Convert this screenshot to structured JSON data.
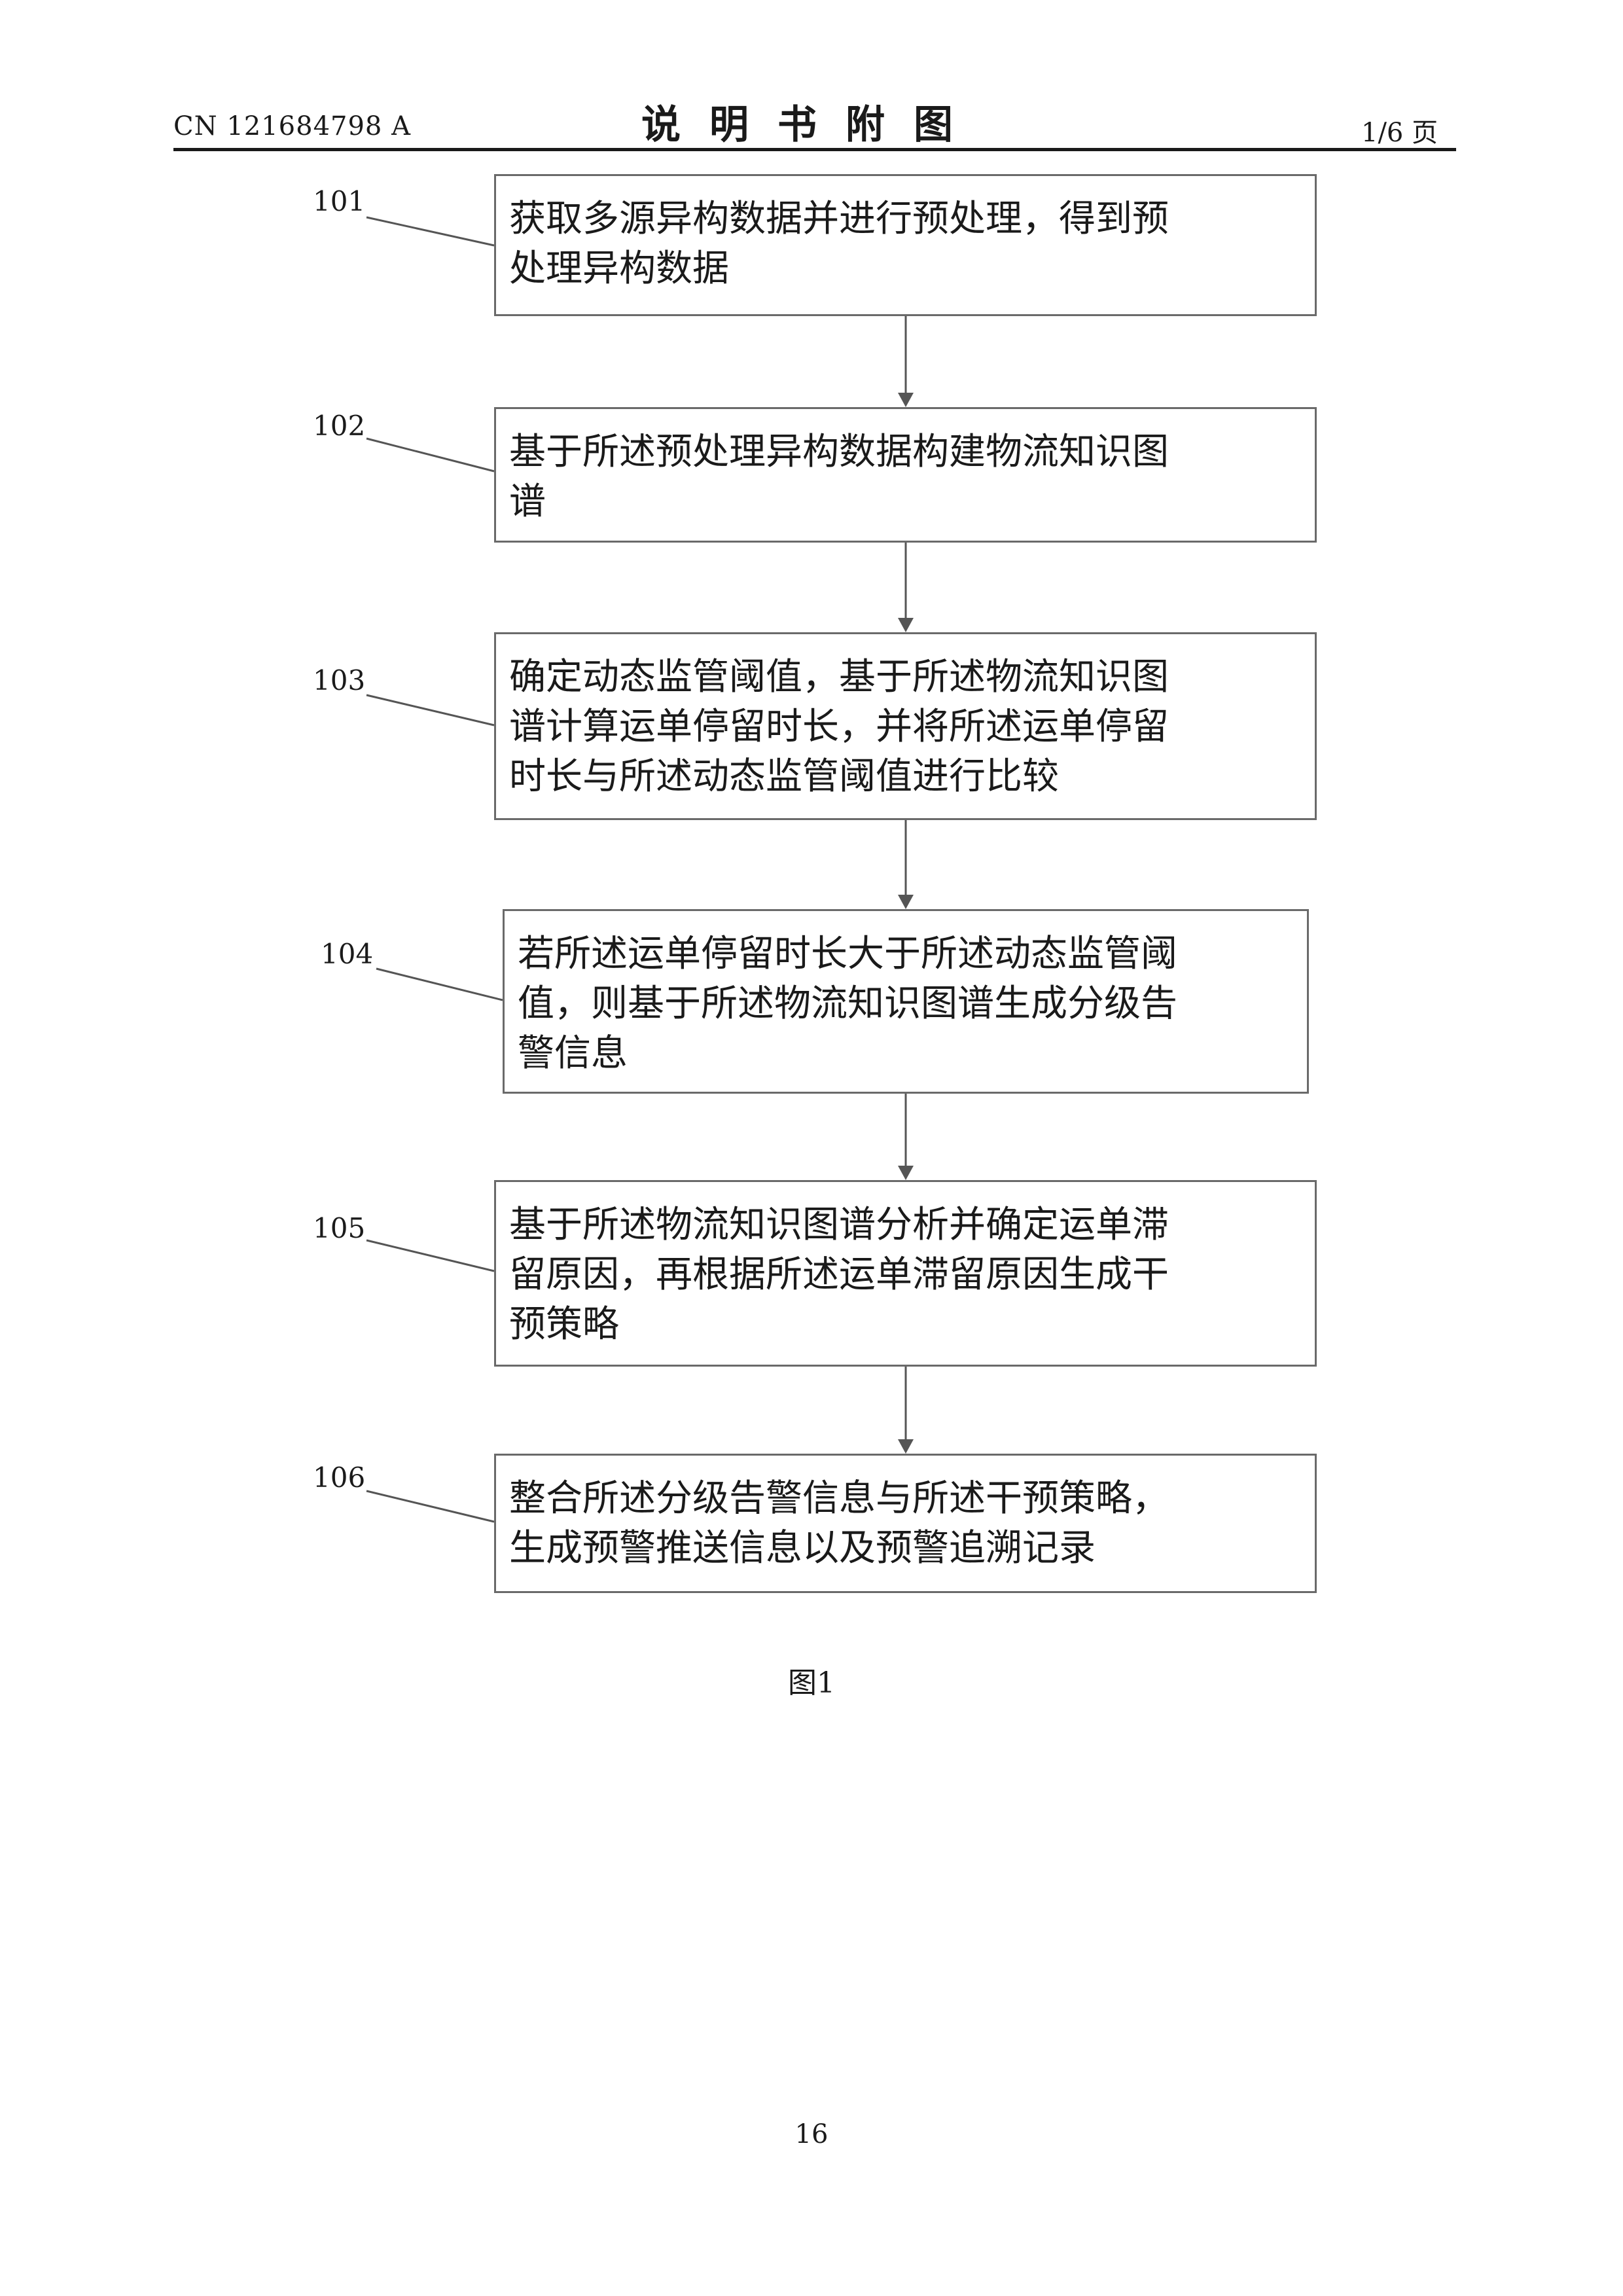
{
  "header": {
    "doc_id": "CN 121684798 A",
    "title": "说明书附图",
    "page_of": "1/6 页"
  },
  "steps": [
    {
      "ref": "101",
      "text": "获取多源异构数据并进行预处理，得到预\n处理异构数据"
    },
    {
      "ref": "102",
      "text": "基于所述预处理异构数据构建物流知识图\n谱"
    },
    {
      "ref": "103",
      "text": "确定动态监管阈值，基于所述物流知识图\n谱计算运单停留时长，并将所述运单停留\n时长与所述动态监管阈值进行比较"
    },
    {
      "ref": "104",
      "text": "若所述运单停留时长大于所述动态监管阈\n值，则基于所述物流知识图谱生成分级告\n警信息"
    },
    {
      "ref": "105",
      "text": "基于所述物流知识图谱分析并确定运单滞\n留原因，再根据所述运单滞留原因生成干\n预策略"
    },
    {
      "ref": "106",
      "text": "整合所述分级告警信息与所述干预策略，\n生成预警推送信息以及预警追溯记录"
    }
  ],
  "figure_caption": "图1",
  "page_number": "16",
  "colors": {
    "box_border": "#6a6a6a",
    "arrow": "#555555",
    "text": "#1a1a1a"
  }
}
